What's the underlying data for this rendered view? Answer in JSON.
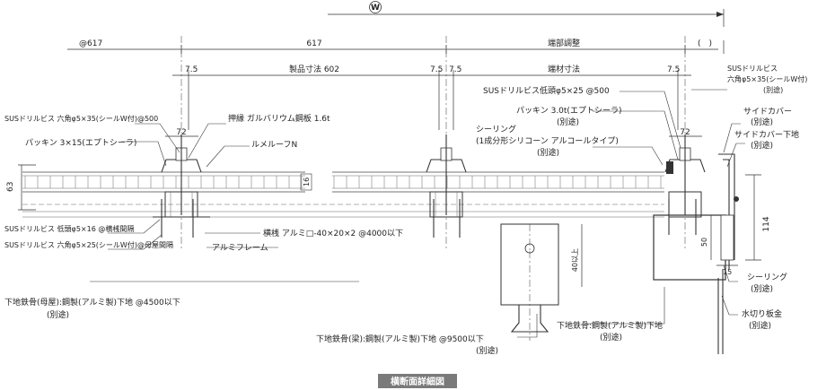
{
  "width_marker": "W",
  "dims": {
    "pitch_left": "@617",
    "pitch_mid": "617",
    "end_adjust": "端部調整",
    "end_adjust_paren": "(　)",
    "off1": "7.5",
    "off2": "7.5",
    "off3": "7.5",
    "off4": "7.5",
    "off5": "7.5",
    "product_size": "製品寸法 602",
    "end_material": "端材寸法",
    "w72_left": "72",
    "w72_right": "72",
    "h63": "63",
    "h16": "16",
    "h114": "114",
    "h50": "50",
    "w15": "15",
    "min40": "40以上"
  },
  "labels": {
    "screw_hex_500": "SUSドリルビス 六角φ5×35(シールW付)@500",
    "packing_3x15": "パッキン 3×15(エプトシーラ)",
    "screw_low_5x16": "SUSドリルビス 低頭φ5×16 @横桟間隔",
    "screw_hex_5x25": "SUSドリルビス 六角φ5×25(シールW付)@母屋間隔",
    "steel_purlin": "下地鉄骨(母屋):鋼製(アルミ製)下地 @4500以下",
    "steel_purlin_sep": "(別途)",
    "press_edge": "押縁 ガルバリウム鋼板 1.6t",
    "lumeru_roof": "ルメルーフN",
    "transom": "横桟 アルミ□-40×20×2 @4000以下",
    "alu_frame": "アルミフレーム",
    "screw_low_5x25": "SUSドリルビス低頭φ5×25 @500",
    "packing_3t": "パッキン 3.0t(エプトシーラ)",
    "packing_3t_sep": "(別途)",
    "sealing_1": "シーリング",
    "sealing_1b": "(1成分形シリコーン アルコールタイプ)",
    "sealing_1_sep": "(別途)",
    "screw_right_1": "SUSドリルビス",
    "screw_right_2": "六角φ5×35(シールW付)",
    "screw_right_sep": "(別途)",
    "side_cover": "サイドカバー",
    "side_cover_sep": "(別途)",
    "side_cover_base": "サイドカバー下地",
    "side_cover_base_sep": "(別途)",
    "sealing_2": "シーリング",
    "sealing_2_sep": "(別途)",
    "beam": "下地鉄骨(梁):鋼製(アルミ製)下地 @9500以下",
    "beam_sep": "(別途)",
    "steel_right": "下地鉄骨:鋼製(アルミ製)下地",
    "steel_right_sep": "(別途)",
    "flashing": "水切り板金",
    "flashing_sep": "(別途)"
  },
  "title": "横断面詳細図"
}
